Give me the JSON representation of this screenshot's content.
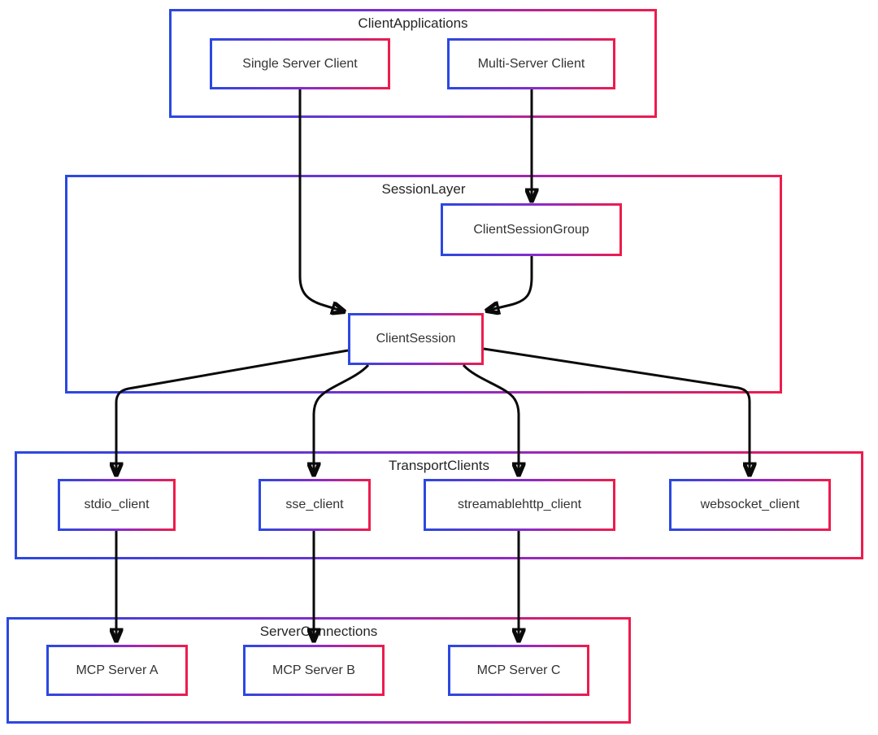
{
  "diagram": {
    "groups": {
      "client_applications": {
        "label": "ClientApplications"
      },
      "session_layer": {
        "label": "SessionLayer"
      },
      "transport_clients": {
        "label": "TransportClients"
      },
      "server_connections": {
        "label": "ServerConnections"
      }
    },
    "nodes": {
      "single_server_client": {
        "label": "Single Server Client",
        "group": "client_applications"
      },
      "multi_server_client": {
        "label": "Multi-Server Client",
        "group": "client_applications"
      },
      "client_session_group": {
        "label": "ClientSessionGroup",
        "group": "session_layer"
      },
      "client_session": {
        "label": "ClientSession",
        "group": "session_layer"
      },
      "stdio_client": {
        "label": "stdio_client",
        "group": "transport_clients"
      },
      "sse_client": {
        "label": "sse_client",
        "group": "transport_clients"
      },
      "streamablehttp_client": {
        "label": "streamablehttp_client",
        "group": "transport_clients"
      },
      "websocket_client": {
        "label": "websocket_client",
        "group": "transport_clients"
      },
      "mcp_server_a": {
        "label": "MCP Server A",
        "group": "server_connections"
      },
      "mcp_server_b": {
        "label": "MCP Server B",
        "group": "server_connections"
      },
      "mcp_server_c": {
        "label": "MCP Server C",
        "group": "server_connections"
      }
    },
    "edges": [
      {
        "from": "single_server_client",
        "to": "client_session"
      },
      {
        "from": "multi_server_client",
        "to": "client_session_group"
      },
      {
        "from": "client_session_group",
        "to": "client_session"
      },
      {
        "from": "client_session",
        "to": "stdio_client"
      },
      {
        "from": "client_session",
        "to": "sse_client"
      },
      {
        "from": "client_session",
        "to": "streamablehttp_client"
      },
      {
        "from": "client_session",
        "to": "websocket_client"
      },
      {
        "from": "stdio_client",
        "to": "mcp_server_a"
      },
      {
        "from": "sse_client",
        "to": "mcp_server_b"
      },
      {
        "from": "streamablehttp_client",
        "to": "mcp_server_c"
      }
    ],
    "colors": {
      "border_gradient_start": "#2B48E0",
      "border_gradient_mid": "#8C2BC9",
      "border_gradient_end": "#ED1C4D",
      "arrow": "#0A0A0A",
      "text": "#333333",
      "background": "#FFFFFF"
    }
  }
}
